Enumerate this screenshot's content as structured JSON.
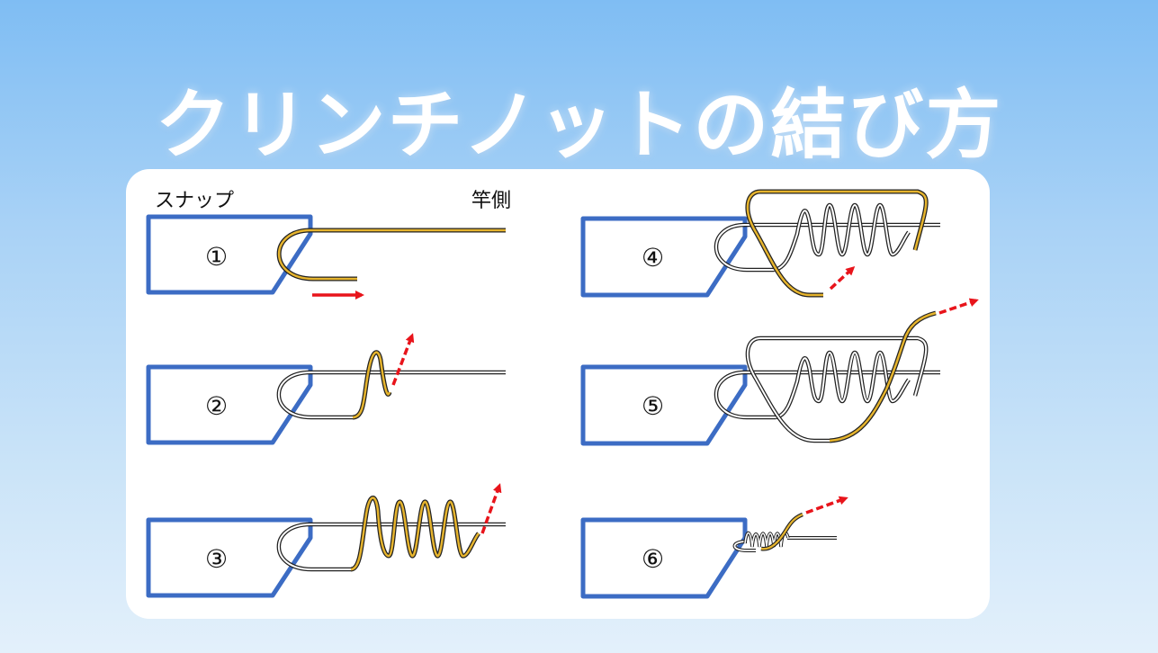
{
  "title": "クリンチノットの結び方",
  "labels": {
    "snap": "スナップ",
    "rod_side": "竿側"
  },
  "steps": [
    "①",
    "②",
    "③",
    "④",
    "⑤",
    "⑥"
  ],
  "colors": {
    "snap_outline": "#3c6cc4",
    "line_yellow": "#e6b42d",
    "line_outline": "#222222",
    "arrow": "#e8141b"
  }
}
